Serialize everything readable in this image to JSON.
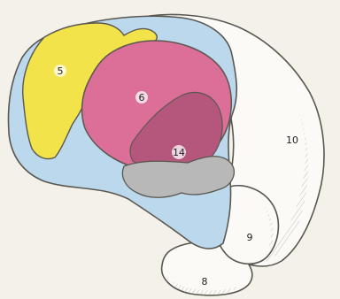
{
  "colors": {
    "background": "#f4f1ea",
    "outline": "#5a5750",
    "white_region": "#fbfaf7",
    "blue_region": "#bcd8ec",
    "yellow_region": "#f3e34a",
    "pink_region": "#dc6f98",
    "dark_pink_region": "#b5577d",
    "gray_region": "#b8b8b8"
  },
  "labels": {
    "region_5": "5",
    "region_6": "6",
    "region_14": "14",
    "region_10": "10",
    "region_9": "9",
    "region_8": "8"
  }
}
